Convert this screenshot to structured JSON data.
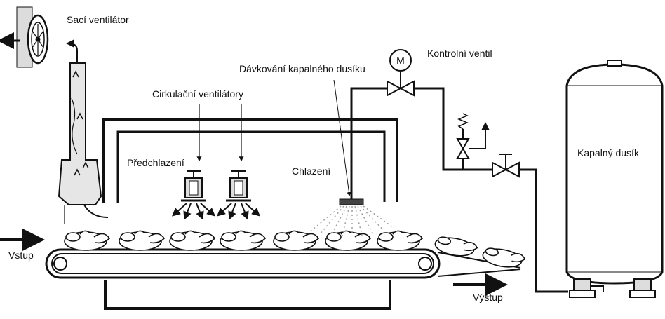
{
  "labels": {
    "suction_fan": "Sací ventilátor",
    "control_valve": "Kontrolní ventil",
    "nitrogen_dosing": "Dávkování kapalného dusíku",
    "circulation_fans": "Cirkulační  ventilátory",
    "precooling": "Předchlazení",
    "cooling": "Chlazení",
    "liquid_nitrogen": "Kapalný dusík",
    "input": "Vstup",
    "output": "Výstup",
    "valve_motor_symbol": "M"
  },
  "colors": {
    "line": "#111111",
    "fill": "#ffffff",
    "mist": "#9a9a9a",
    "shade": "#d8d8d8"
  },
  "icons": [
    "fan-icon",
    "chicken-icon",
    "valve-icon",
    "motor-icon",
    "nozzle-icon"
  ]
}
